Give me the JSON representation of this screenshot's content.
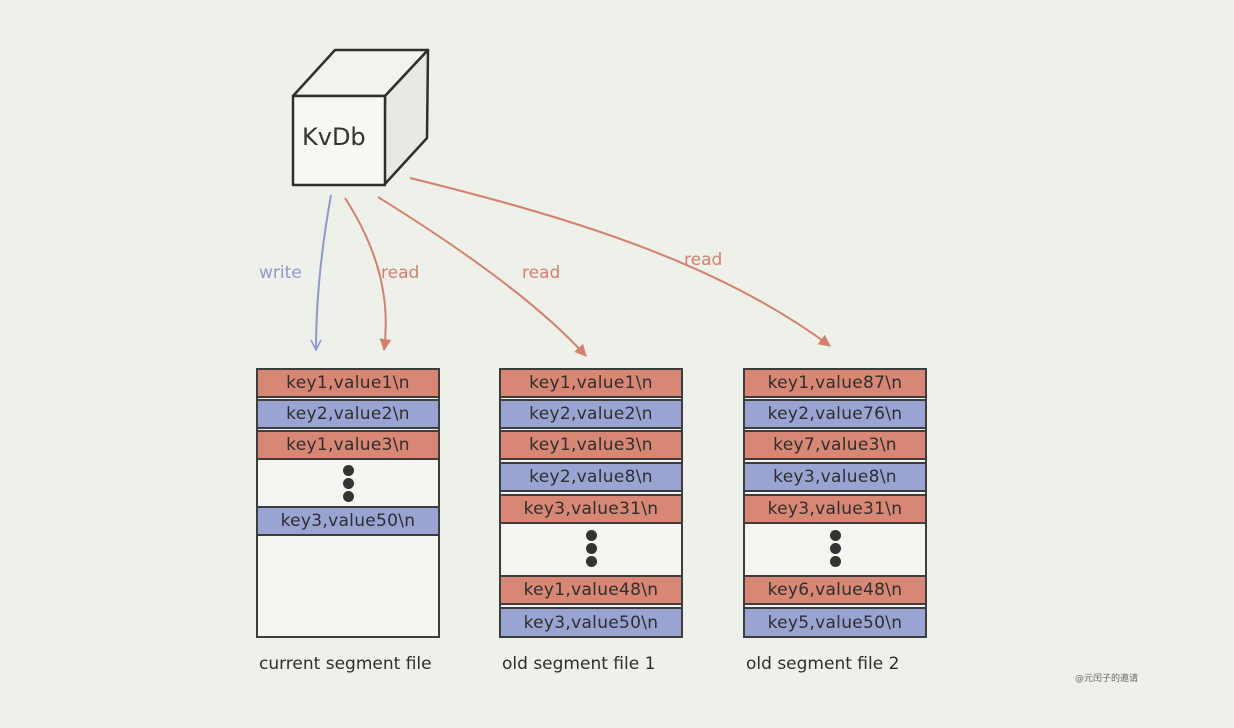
{
  "db": {
    "label": "KvDb"
  },
  "arrows": [
    {
      "label": "write",
      "color": "#8f98cf"
    },
    {
      "label": "read",
      "color": "#d4806c"
    },
    {
      "label": "read",
      "color": "#d4806c"
    },
    {
      "label": "read",
      "color": "#d4806c"
    }
  ],
  "colors": {
    "red_row": "#d78774",
    "blue_row": "#9aa4d3",
    "write_arrow": "#8f98cf",
    "read_arrow": "#d4806c"
  },
  "segments": [
    {
      "caption": "current segment file",
      "rows": [
        {
          "text": "key1,value1\\n",
          "color": "red"
        },
        {
          "text": "key2,value2\\n",
          "color": "blue"
        },
        {
          "text": "key1,value3\\n",
          "color": "red"
        },
        {
          "text": "key3,value50\\n",
          "color": "blue"
        }
      ]
    },
    {
      "caption": "old segment file 1",
      "rows": [
        {
          "text": "key1,value1\\n",
          "color": "red"
        },
        {
          "text": "key2,value2\\n",
          "color": "blue"
        },
        {
          "text": "key1,value3\\n",
          "color": "red"
        },
        {
          "text": "key2,value8\\n",
          "color": "blue"
        },
        {
          "text": "key3,value31\\n",
          "color": "red"
        },
        {
          "text": "key1,value48\\n",
          "color": "red"
        },
        {
          "text": "key3,value50\\n",
          "color": "blue"
        }
      ]
    },
    {
      "caption": "old segment file 2",
      "rows": [
        {
          "text": "key1,value87\\n",
          "color": "red"
        },
        {
          "text": "key2,value76\\n",
          "color": "blue"
        },
        {
          "text": "key7,value3\\n",
          "color": "red"
        },
        {
          "text": "key3,value8\\n",
          "color": "blue"
        },
        {
          "text": "key3,value31\\n",
          "color": "red"
        },
        {
          "text": "key6,value48\\n",
          "color": "red"
        },
        {
          "text": "key5,value50\\n",
          "color": "blue"
        }
      ]
    }
  ],
  "watermark": "@元闰子的邀请"
}
